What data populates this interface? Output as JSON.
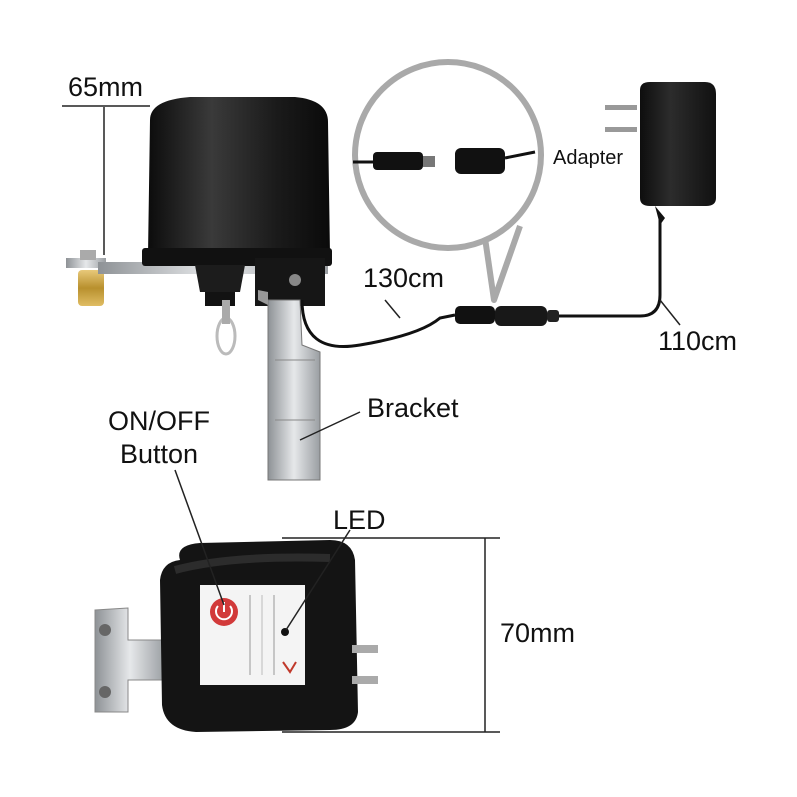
{
  "labels": {
    "height_dim": "65mm",
    "adapter": "Adapter",
    "cable_valve": "130cm",
    "cable_adapter": "110cm",
    "bracket": "Bracket",
    "button_line1": "ON/OFF",
    "button_line2": "Button",
    "led": "LED",
    "width_dim": "70mm"
  },
  "colors": {
    "device_body": "#1a1a1a",
    "metal": "#b8bcc0",
    "brass": "#c9a24a",
    "power_button": "#d23a3a",
    "outline": "#9a9a9a"
  }
}
